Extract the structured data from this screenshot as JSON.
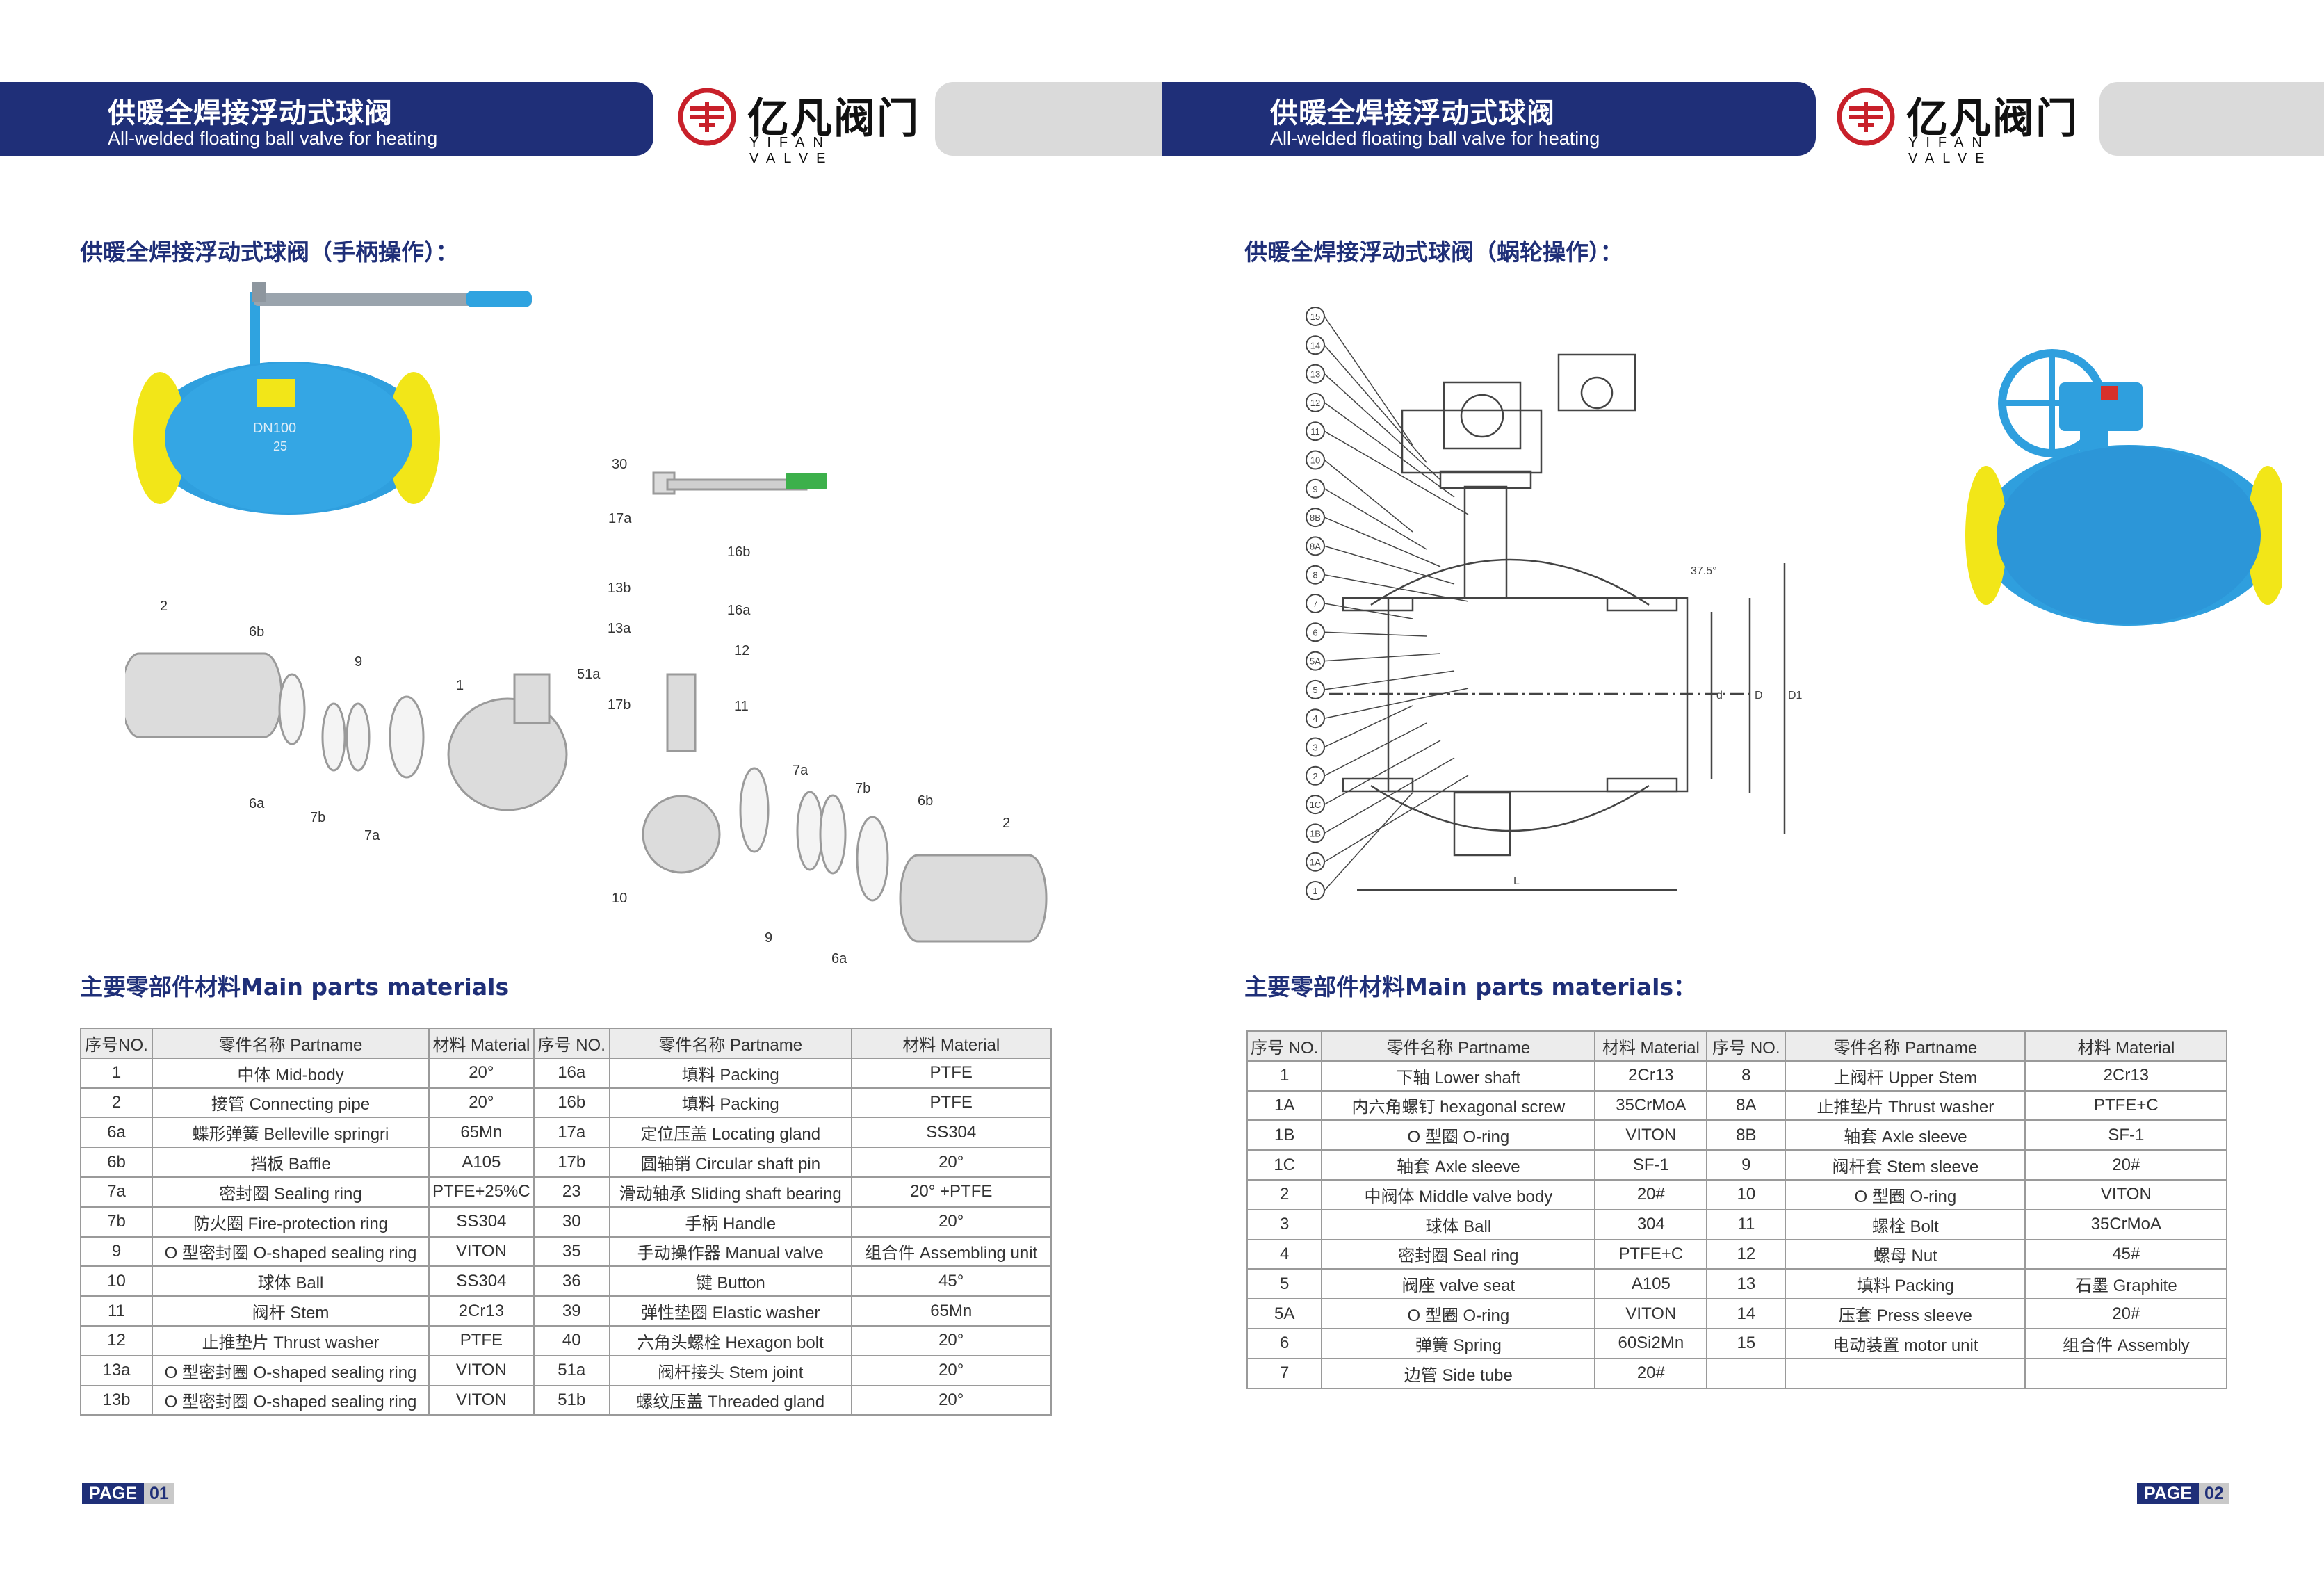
{
  "brand": {
    "name_zh": "亿凡阀门",
    "name_en": "YIFAN VALVE"
  },
  "left": {
    "banner": {
      "title_zh": "供暖全焊接浮动式球阀",
      "title_en": "All-welded floating ball valve for heating"
    },
    "section_title": "供暖全焊接浮动式球阀（手柄操作）：",
    "materials_title": "主要零部件材料Main parts materials",
    "valve_marking": {
      "line1": "DN100",
      "line2": "25"
    },
    "callouts": [
      "30",
      "17a",
      "16b",
      "13b",
      "16a",
      "13a",
      "12",
      "51a",
      "17b",
      "11",
      "2",
      "6b",
      "9",
      "1",
      "6a",
      "7b",
      "7a",
      "10",
      "7a",
      "7b",
      "6b",
      "2",
      "9",
      "6a"
    ],
    "table": {
      "headers": [
        "序号NO.",
        "零件名称 Partname",
        "材料 Material",
        "序号 NO.",
        "零件名称 Partname",
        "材料 Material"
      ],
      "rows": [
        [
          "1",
          "中体 Mid-body",
          "20°",
          "16a",
          "填料 Packing",
          "PTFE"
        ],
        [
          "2",
          "接管 Connecting pipe",
          "20°",
          "16b",
          "填料 Packing",
          "PTFE"
        ],
        [
          "6a",
          "蝶形弹簧 Belleville springri",
          "65Mn",
          "17a",
          "定位压盖 Locating gland",
          "SS304"
        ],
        [
          "6b",
          "挡板 Baffle",
          "A105",
          "17b",
          "圆轴销 Circular shaft pin",
          "20°"
        ],
        [
          "7a",
          "密封圈 Sealing ring",
          "PTFE+25%C",
          "23",
          "滑动轴承 Sliding shaft bearing",
          "20° +PTFE"
        ],
        [
          "7b",
          "防火圈 Fire-protection ring",
          "SS304",
          "30",
          "手柄 Handle",
          "20°"
        ],
        [
          "9",
          "O 型密封圈 O-shaped sealing ring",
          "VITON",
          "35",
          "手动操作器 Manual valve",
          "组合件 Assembling unit"
        ],
        [
          "10",
          "球体 Ball",
          "SS304",
          "36",
          "键 Button",
          "45°"
        ],
        [
          "11",
          "阀杆 Stem",
          "2Cr13",
          "39",
          "弹性垫圈 Elastic washer",
          "65Mn"
        ],
        [
          "12",
          "止推垫片 Thrust washer",
          "PTFE",
          "40",
          "六角头螺栓 Hexagon bolt",
          "20°"
        ],
        [
          "13a",
          "O 型密封圈 O-shaped sealing ring",
          "VITON",
          "51a",
          "阀杆接头 Stem joint",
          "20°"
        ],
        [
          "13b",
          "O 型密封圈 O-shaped sealing ring",
          "VITON",
          "51b",
          "螺纹压盖 Threaded gland",
          "20°"
        ]
      ]
    },
    "page_label": "PAGE",
    "page_number": "01"
  },
  "right": {
    "banner": {
      "title_zh": "供暖全焊接浮动式球阀",
      "title_en": "All-welded floating ball valve for heating"
    },
    "section_title": "供暖全焊接浮动式球阀（蜗轮操作）：",
    "materials_title": "主要零部件材料Main parts materials：",
    "drawing_labels": {
      "balloons": [
        "15",
        "14",
        "13",
        "12",
        "11",
        "10",
        "9",
        "8B",
        "8A",
        "8",
        "7",
        "6",
        "5A",
        "5",
        "4",
        "3",
        "2",
        "1C",
        "1B",
        "1A",
        "1"
      ],
      "angle": "37.5°",
      "dim_d": "d",
      "dim_D": "D",
      "dim_D1": "D1",
      "dim_L": "L"
    },
    "table": {
      "headers": [
        "序号 NO.",
        "零件名称 Partname",
        "材料 Material",
        "序号 NO.",
        "零件名称 Partname",
        "材料 Material"
      ],
      "rows": [
        [
          "1",
          "下轴 Lower shaft",
          "2Cr13",
          "8",
          "上阀杆 Upper Stem",
          "2Cr13"
        ],
        [
          "1A",
          "内六角螺钉 hexagonal screw",
          "35CrMoA",
          "8A",
          "止推垫片 Thrust washer",
          "PTFE+C"
        ],
        [
          "1B",
          "O 型圈 O-ring",
          "VITON",
          "8B",
          "轴套 Axle sleeve",
          "SF-1"
        ],
        [
          "1C",
          "轴套 Axle sleeve",
          "SF-1",
          "9",
          "阀杆套 Stem sleeve",
          "20#"
        ],
        [
          "2",
          "中阀体 Middle valve body",
          "20#",
          "10",
          "O 型圈 O-ring",
          "VITON"
        ],
        [
          "3",
          "球体 Ball",
          "304",
          "11",
          "螺栓 Bolt",
          "35CrMoA"
        ],
        [
          "4",
          "密封圈 Seal ring",
          "PTFE+C",
          "12",
          "螺母 Nut",
          "45#"
        ],
        [
          "5",
          "阀座 valve seat",
          "A105",
          "13",
          "填料 Packing",
          "石墨 Graphite"
        ],
        [
          "5A",
          "O 型圈 O-ring",
          "VITON",
          "14",
          "压套 Press sleeve",
          "20#"
        ],
        [
          "6",
          "弹簧 Spring",
          "60Si2Mn",
          "15",
          "电动装置 motor unit",
          "组合件 Assembly"
        ],
        [
          "7",
          "边管 Side tube",
          "20#",
          "",
          "",
          ""
        ]
      ]
    },
    "page_label": "PAGE",
    "page_number": "02"
  }
}
